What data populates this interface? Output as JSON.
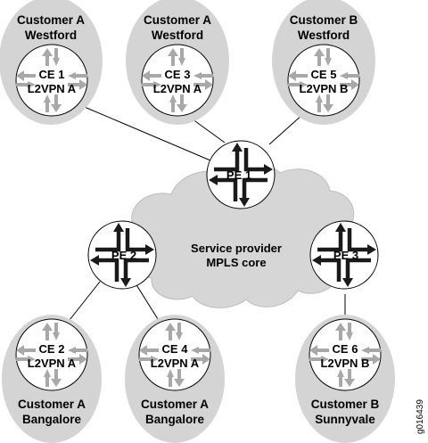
{
  "diagram": {
    "core": {
      "line1": "Service provider",
      "line2": "MPLS core"
    },
    "figure_id": "g016439",
    "sites": [
      {
        "line1": "Customer A",
        "line2": "Westford",
        "ce_name": "CE 1",
        "ce_vpn": "L2VPN A"
      },
      {
        "line1": "Customer A",
        "line2": "Westford",
        "ce_name": "CE 3",
        "ce_vpn": "L2VPN A"
      },
      {
        "line1": "Customer B",
        "line2": "Westford",
        "ce_name": "CE 5",
        "ce_vpn": "L2VPN B"
      },
      {
        "line1": "Customer A",
        "line2": "Bangalore",
        "ce_name": "CE 2",
        "ce_vpn": "L2VPN A"
      },
      {
        "line1": "Customer A",
        "line2": "Bangalore",
        "ce_name": "CE 4",
        "ce_vpn": "L2VPN A"
      },
      {
        "line1": "Customer B",
        "line2": "Sunnyvale",
        "ce_name": "CE 6",
        "ce_vpn": "L2VPN B"
      }
    ],
    "pe_routers": [
      {
        "name": "PE 1"
      },
      {
        "name": "PE 2"
      },
      {
        "name": "PE 3"
      }
    ]
  },
  "colors": {
    "site_fill": "#d4d4d4",
    "cloud_fill": "#d6d6d6",
    "router_fill": "#ffffff",
    "ce_arrow": "#a8a8a8",
    "pe_arrow": "#1a1a1a",
    "link_line": "#000000"
  }
}
